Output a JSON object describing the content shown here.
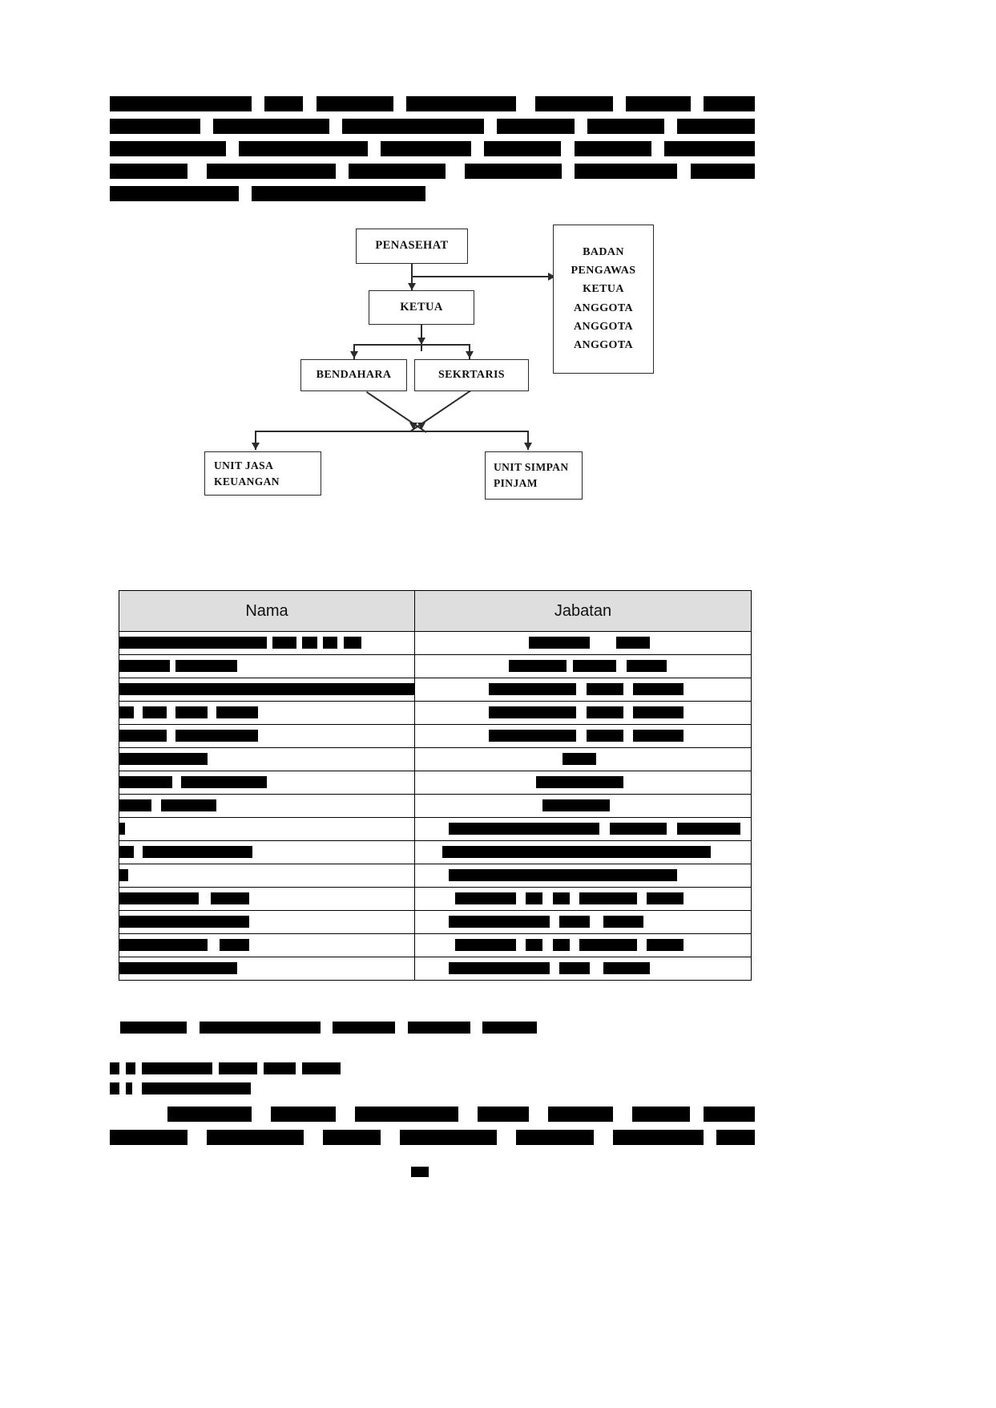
{
  "document": {
    "type": "scanned-document-page",
    "language": "id",
    "redaction_color": "#000000",
    "page_number_redacted": true
  },
  "top_paragraph": {
    "redacted": true,
    "line_count": 5,
    "lines": [
      {
        "width_pct": 100,
        "segments": [
          [
            0,
            22
          ],
          [
            24,
            30
          ],
          [
            32,
            44
          ],
          [
            46,
            63
          ],
          [
            66,
            78
          ],
          [
            80,
            90
          ],
          [
            92,
            100
          ]
        ]
      },
      {
        "width_pct": 100,
        "segments": [
          [
            0,
            14
          ],
          [
            16,
            34
          ],
          [
            36,
            58
          ],
          [
            60,
            72
          ],
          [
            74,
            86
          ],
          [
            88,
            100
          ]
        ]
      },
      {
        "width_pct": 100,
        "segments": [
          [
            0,
            18
          ],
          [
            20,
            40
          ],
          [
            42,
            56
          ],
          [
            58,
            70
          ],
          [
            72,
            84
          ],
          [
            86,
            100
          ]
        ]
      },
      {
        "width_pct": 100,
        "segments": [
          [
            0,
            12
          ],
          [
            15,
            35
          ],
          [
            37,
            52
          ],
          [
            55,
            70
          ],
          [
            72,
            88
          ],
          [
            90,
            100
          ]
        ]
      },
      {
        "width_pct": 49,
        "segments": [
          [
            0,
            20
          ],
          [
            22,
            49
          ]
        ]
      }
    ]
  },
  "org_chart": {
    "title_visible": false,
    "nodes": [
      {
        "id": "penasehat",
        "label": "PENASEHAT",
        "lines": [
          "PENASEHAT"
        ]
      },
      {
        "id": "ketua",
        "label": "KETUA",
        "lines": [
          "KETUA"
        ]
      },
      {
        "id": "bendahara",
        "label": "BENDAHARA",
        "lines": [
          "BENDAHARA"
        ]
      },
      {
        "id": "sekrtaris",
        "label": "SEKRTARIS",
        "lines": [
          "SEKRTARIS"
        ]
      },
      {
        "id": "unit-jasa-keuangan",
        "label": "UNIT JASA KEUANGAN",
        "lines": [
          "UNIT JASA",
          "KEUANGAN"
        ]
      },
      {
        "id": "unit-simpan-pinjam",
        "label": "UNIT SIMPAN PINJAM",
        "lines": [
          "UNIT SIMPAN",
          "PINJAM"
        ]
      },
      {
        "id": "badan-pengawas",
        "label": "BADAN PENGAWAS",
        "lines": [
          "BADAN",
          "PENGAWAS",
          "KETUA",
          "ANGGOTA",
          "ANGGOTA",
          "ANGGOTA"
        ]
      }
    ],
    "badan_pengawas_lines": {
      "l1": "BADAN",
      "l2": "PENGAWAS",
      "l3": "KETUA",
      "l4": "ANGGOTA",
      "l5": "ANGGOTA",
      "l6": "ANGGOTA"
    },
    "edges": [
      {
        "from": "penasehat",
        "to": "ketua"
      },
      {
        "from": "penasehat",
        "to": "badan-pengawas"
      },
      {
        "from": "ketua",
        "to": "bendahara"
      },
      {
        "from": "ketua",
        "to": "sekrtaris"
      },
      {
        "from": "bendahara",
        "to": "unit-jasa-keuangan"
      },
      {
        "from": "sekrtaris",
        "to": "unit-simpan-pinjam"
      }
    ]
  },
  "figure_caption": {
    "redacted": true,
    "line_count": 1
  },
  "table_caption": {
    "redacted": true,
    "line_count": 1
  },
  "table": {
    "headers": {
      "nama": "Nama",
      "jabatan": "Jabatan"
    },
    "header_background": "#dedede",
    "border_color": "#000000",
    "body_redacted": true,
    "row_count": 15,
    "rows": [
      {
        "nama_bars": [
          [
            0,
            50
          ],
          [
            52,
            60
          ],
          [
            62,
            67
          ],
          [
            69,
            74
          ],
          [
            76,
            82
          ]
        ],
        "jabatan_bars": [
          [
            34,
            52
          ],
          [
            60,
            70
          ]
        ]
      },
      {
        "nama_bars": [
          [
            0,
            17
          ],
          [
            19,
            40
          ]
        ],
        "jabatan_bars": [
          [
            28,
            45
          ],
          [
            47,
            60
          ],
          [
            63,
            75
          ]
        ]
      },
      {
        "nama_bars": [
          [
            0,
            100
          ]
        ],
        "jabatan_bars": [
          [
            22,
            48
          ],
          [
            51,
            62
          ],
          [
            65,
            80
          ]
        ]
      },
      {
        "nama_bars": [
          [
            0,
            5
          ],
          [
            8,
            16
          ],
          [
            19,
            30
          ],
          [
            33,
            47
          ]
        ],
        "jabatan_bars": [
          [
            22,
            48
          ],
          [
            51,
            62
          ],
          [
            65,
            80
          ]
        ]
      },
      {
        "nama_bars": [
          [
            0,
            16
          ],
          [
            19,
            47
          ]
        ],
        "jabatan_bars": [
          [
            22,
            48
          ],
          [
            51,
            62
          ],
          [
            65,
            80
          ]
        ]
      },
      {
        "nama_bars": [
          [
            0,
            30
          ]
        ],
        "jabatan_bars": [
          [
            44,
            54
          ]
        ]
      },
      {
        "nama_bars": [
          [
            0,
            18
          ],
          [
            21,
            50
          ]
        ],
        "jabatan_bars": [
          [
            36,
            62
          ]
        ]
      },
      {
        "nama_bars": [
          [
            0,
            11
          ],
          [
            14,
            33
          ]
        ],
        "jabatan_bars": [
          [
            38,
            58
          ]
        ]
      },
      {
        "nama_bars": [
          [
            0,
            2
          ]
        ],
        "jabatan_bars": [
          [
            10,
            55
          ],
          [
            58,
            75
          ],
          [
            78,
            97
          ]
        ]
      },
      {
        "nama_bars": [
          [
            0,
            5
          ],
          [
            8,
            45
          ]
        ],
        "jabatan_bars": [
          [
            8,
            88
          ]
        ]
      },
      {
        "nama_bars": [
          [
            0,
            3
          ]
        ],
        "jabatan_bars": [
          [
            10,
            78
          ]
        ]
      },
      {
        "nama_bars": [
          [
            0,
            27
          ],
          [
            31,
            44
          ]
        ],
        "jabatan_bars": [
          [
            12,
            30
          ],
          [
            33,
            38
          ],
          [
            41,
            46
          ],
          [
            49,
            66
          ],
          [
            69,
            80
          ]
        ]
      },
      {
        "nama_bars": [
          [
            0,
            44
          ]
        ],
        "jabatan_bars": [
          [
            10,
            40
          ],
          [
            43,
            52
          ],
          [
            56,
            68
          ]
        ]
      },
      {
        "nama_bars": [
          [
            0,
            30
          ],
          [
            34,
            44
          ]
        ],
        "jabatan_bars": [
          [
            12,
            30
          ],
          [
            33,
            38
          ],
          [
            41,
            46
          ],
          [
            49,
            66
          ],
          [
            69,
            80
          ]
        ]
      },
      {
        "nama_bars": [
          [
            0,
            40
          ]
        ],
        "jabatan_bars": [
          [
            10,
            40
          ],
          [
            43,
            52
          ],
          [
            56,
            70
          ]
        ]
      }
    ]
  },
  "table_note": {
    "redacted": true,
    "line_count": 1,
    "segments": [
      [
        0,
        16
      ],
      [
        19,
        48
      ],
      [
        51,
        66
      ],
      [
        69,
        84
      ],
      [
        87,
        100
      ]
    ]
  },
  "section_headings": {
    "redacted": true,
    "line_count": 2,
    "lines": [
      {
        "segments": [
          [
            0,
            3
          ],
          [
            5,
            8
          ],
          [
            10,
            32
          ],
          [
            34,
            46
          ],
          [
            48,
            58
          ],
          [
            60,
            72
          ]
        ]
      },
      {
        "segments": [
          [
            0,
            3
          ],
          [
            5,
            7
          ],
          [
            10,
            44
          ]
        ]
      }
    ]
  },
  "bottom_paragraph": {
    "redacted": true,
    "line_count": 2,
    "lines": [
      {
        "indent_pct": 9,
        "segments": [
          [
            9,
            22
          ],
          [
            25,
            35
          ],
          [
            38,
            54
          ],
          [
            57,
            65
          ],
          [
            68,
            78
          ],
          [
            81,
            90
          ],
          [
            92,
            100
          ]
        ]
      },
      {
        "indent_pct": 0,
        "segments": [
          [
            0,
            12
          ],
          [
            15,
            30
          ],
          [
            33,
            42
          ],
          [
            45,
            60
          ],
          [
            63,
            75
          ],
          [
            78,
            92
          ],
          [
            94,
            100
          ]
        ]
      }
    ]
  },
  "page_footer": {
    "page_number_redacted": true
  }
}
